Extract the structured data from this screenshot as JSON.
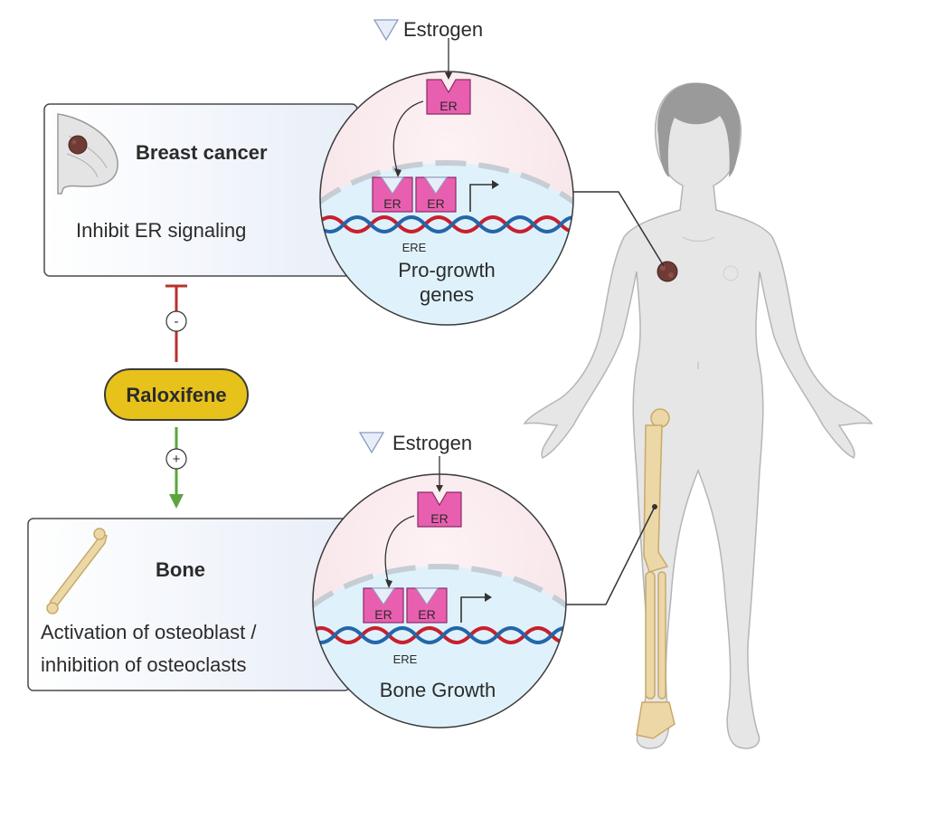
{
  "breast_panel": {
    "title": "Breast cancer",
    "effect": "Inhibit ER signaling"
  },
  "bone_panel": {
    "title": "Bone",
    "effect_line1": "Activation of osteoblast /",
    "effect_line2": "inhibition of osteoclasts"
  },
  "drug": {
    "name": "Raloxifene",
    "inhibit_sign": "-",
    "activate_sign": "+",
    "colors": {
      "pill": "#e7c21b",
      "inhibit": "#b8322c",
      "activate": "#5aa63c"
    }
  },
  "breast_zoom": {
    "ligand": "Estrogen",
    "receptor_label": "ER",
    "dna_label": "ERE",
    "outcome_line1": "Pro-growth",
    "outcome_line2": "genes"
  },
  "bone_zoom": {
    "ligand": "Estrogen",
    "receptor_label": "ER",
    "dna_label": "ERE",
    "outcome": "Bone Growth"
  },
  "colors": {
    "receptor": "#e85fb0",
    "dna_red": "#c8202e",
    "dna_blue": "#2466a8",
    "nucleus": "#dff2fb",
    "panel_bg": "#f1f5fb"
  }
}
